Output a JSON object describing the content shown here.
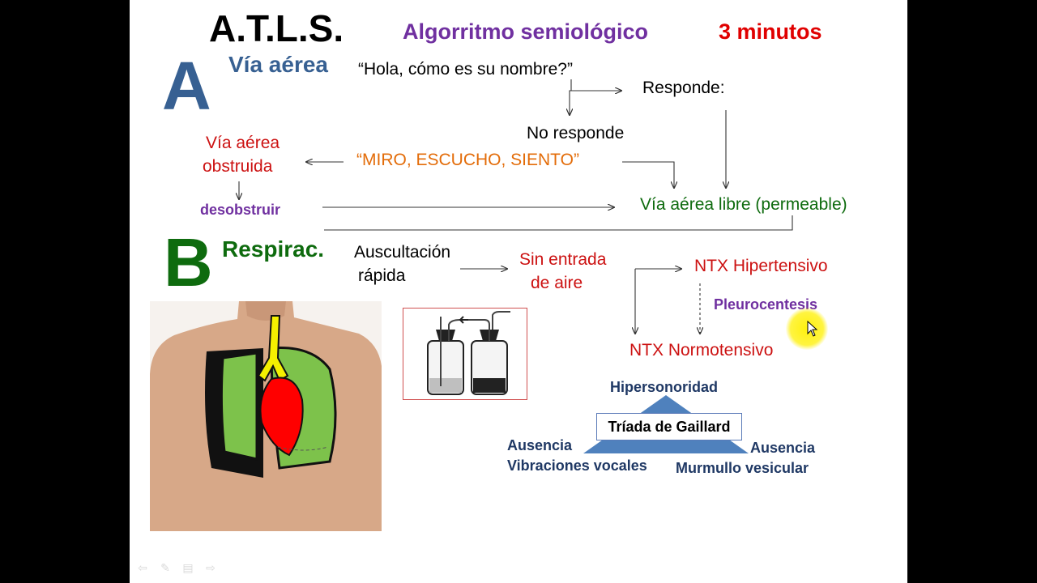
{
  "header": {
    "title": "A.T.L.S.",
    "subtitle": "Algorritmo semiológico",
    "duration": "3 minutos"
  },
  "section_a": {
    "letter": "A",
    "heading": "Vía aérea",
    "question": "“Hola, cómo es su nombre?”",
    "responds": "Responde:",
    "no_response": "No responde",
    "look_listen_feel": "“MIRO, ESCUCHO, SIENTO”",
    "obstructed_line1": "Vía aérea",
    "obstructed_line2": "obstruida",
    "unblock": "desobstruir",
    "airway_clear": "Vía aérea libre (permeable)"
  },
  "section_b": {
    "letter": "B",
    "heading": "Respirac.",
    "auscultation_line1": "Auscultación",
    "auscultation_line2": "rápida",
    "no_air_line1": "Sin entrada",
    "no_air_line2": "de aire",
    "ntx_hypertensive": "NTX Hipertensivo",
    "pleurocentesis": "Pleurocentesis",
    "ntx_normotensive": "NTX Normotensivo",
    "triad_title": "Tríada de Gaillard",
    "triad_top": "Hipersonoridad",
    "triad_left_line1": "Ausencia",
    "triad_left_line2": "Vibraciones vocales",
    "triad_right_line1": "Ausencia",
    "triad_right_line2": "Murmullo vesicular"
  },
  "images": {
    "chest_illustration": "chest-lungs-heart-illustration",
    "drainage_bottles": "pleural-drainage-bottles-illustration"
  },
  "colors": {
    "section_a": "#376092",
    "section_b": "#0e6b0e",
    "accent_red": "#cc1111",
    "accent_purple": "#7030a0",
    "accent_orange": "#e36c09",
    "triangle": "#4f81bd"
  }
}
